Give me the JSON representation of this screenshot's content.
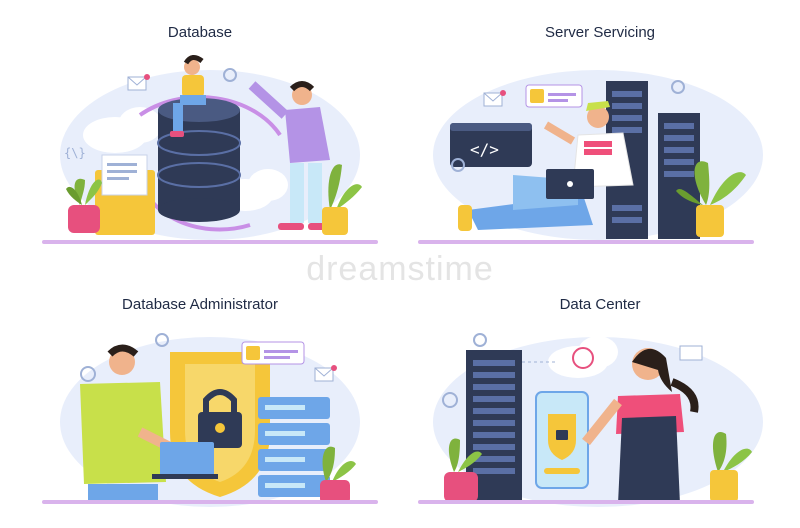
{
  "panels": [
    {
      "title": "Database"
    },
    {
      "title": "Server Servicing"
    },
    {
      "title": "Database Administrator"
    },
    {
      "title": "Data Center"
    }
  ],
  "art": {
    "code_tag": "</>",
    "code_braces": "{\\}",
    "pipe_symbol": "</>"
  },
  "watermark": {
    "text": "dreamstime"
  },
  "colors": {
    "blob": "#e8eefb",
    "cloud": "#ffffff",
    "server": "#2f3a56",
    "server_light": "#5a6fa5",
    "ground": "#d9b3ec",
    "yellow": "#f5c63a",
    "purple": "#b493e6",
    "plant": "#7fb23d",
    "pot": "#e7507e",
    "skin": "#f0b38c",
    "green_shirt": "#c8e04a",
    "pink_shirt": "#ef4f7a",
    "blue_jeans": "#6ea6e8"
  }
}
